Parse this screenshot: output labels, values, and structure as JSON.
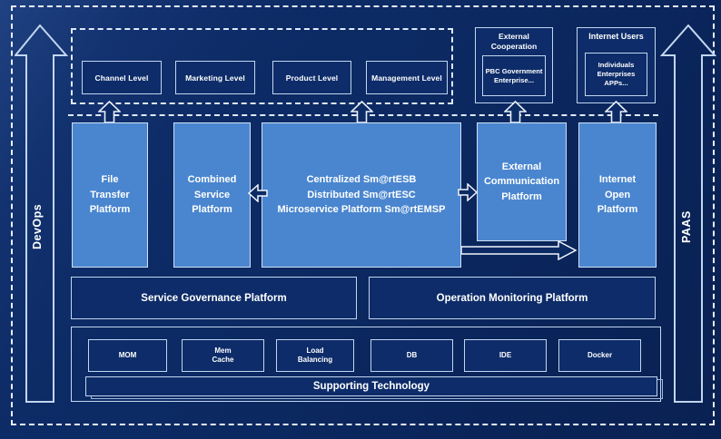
{
  "colors": {
    "background": "#0c2a64",
    "platform_fill": "#4a86cf",
    "dark_box_fill": "#0d2c69",
    "border_light": "#c2d6ef",
    "dashed_line": "#e9effa",
    "text": "#ffffff"
  },
  "rails": {
    "devops": "DevOps",
    "paas": "PAAS"
  },
  "levels": {
    "items": [
      "Channel Level",
      "Marketing Level",
      "Product Level",
      "Management Level"
    ]
  },
  "external_cooperation": {
    "title": "External\nCooperation",
    "members": "PBC Government\nEnterprise..."
  },
  "internet_users": {
    "title": "Internet Users",
    "members": "Individuals\nEnterprises\nAPPs..."
  },
  "platforms": {
    "file_transfer": "File\nTransfer\nPlatform",
    "combined_service": "Combined\nService\nPlatform",
    "central": "Centralized Sm@rtESB\nDistributed Sm@rtESC\nMicroservice Platform Sm@rtEMSP",
    "external_communication": "External\nCommunication\nPlatform",
    "internet_open": "Internet\nOpen\nPlatform"
  },
  "management_platforms": {
    "service_governance": "Service Governance Platform",
    "operation_monitoring": "Operation Monitoring Platform"
  },
  "supporting": {
    "technologies": [
      "MOM",
      "Mem\nCache",
      "Load\nBalancing",
      "DB",
      "IDE",
      "Docker"
    ],
    "label": "Supporting Technology"
  }
}
